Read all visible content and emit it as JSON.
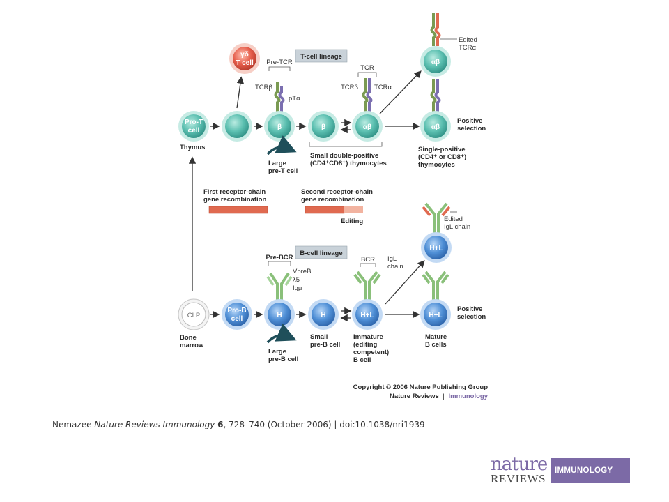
{
  "diagram": {
    "t_lineage_title": "T-cell lineage",
    "b_lineage_title": "B-cell lineage",
    "gd_cell": [
      "γδ",
      "T cell"
    ],
    "pro_t_cell": [
      "Pro-T",
      "cell"
    ],
    "thymus": "Thymus",
    "pre_tcr": "Pre-TCR",
    "tcrb_1": "TCRβ",
    "pta": "pTα",
    "beta_1": "β",
    "beta_2": "β",
    "large_pre_t": [
      "Large",
      "pre-T cell"
    ],
    "tcr": "TCR",
    "tcrb_2": "TCRβ",
    "tcra": "TCRα",
    "ab_1": "αβ",
    "ab_2": "αβ",
    "ab_3": "αβ",
    "small_dp": [
      "Small double-positive",
      "(CD4⁺CD8⁺) thymocytes"
    ],
    "edited_tcra": [
      "Edited",
      "TCRα"
    ],
    "positive_sel_t": [
      "Positive",
      "selection"
    ],
    "single_positive": [
      "Single-positive",
      "(CD4⁺ or CD8⁺)",
      "thymocytes"
    ],
    "first_recomb": [
      "First receptor-chain",
      "gene recombination"
    ],
    "second_recomb": [
      "Second receptor-chain",
      "gene recombination"
    ],
    "editing": "Editing",
    "edited_igl": [
      "Edited",
      "IgL chain"
    ],
    "hl_edited": "H+L",
    "pre_bcr": "Pre-BCR",
    "vpreb": "VpreB",
    "l5": "λ5",
    "igmu": "Igμ",
    "bcr": "BCR",
    "igl_chain": [
      "IgL",
      "chain"
    ],
    "clp": "CLP",
    "bone_marrow": [
      "Bone",
      "marrow"
    ],
    "pro_b_cell": [
      "Pro-B",
      "cell"
    ],
    "h_1": "H",
    "h_2": "H",
    "hl_imm": "H+L",
    "hl_mature": "H+L",
    "large_pre_b": [
      "Large",
      "pre-B cell"
    ],
    "small_pre_b": [
      "Small",
      "pre-B cell"
    ],
    "immature": [
      "Immature",
      "(editing",
      "competent)",
      "B cell"
    ],
    "mature": [
      "Mature",
      "B cells"
    ],
    "positive_sel_b": [
      "Positive",
      "selection"
    ],
    "copyright": "Copyright © 2006 Nature Publishing Group",
    "nr_brand": "Nature Reviews",
    "nr_sep": "|",
    "nr_imm": "Immunology"
  },
  "caption": {
    "author": "Nemazee ",
    "journal": "Nature Reviews Immunology",
    "volume": "6",
    "pages": ", 728–740 (October 2006) | doi:10.1038/nri1939"
  },
  "logo": {
    "nature": "nature",
    "reviews": "REVIEWS",
    "immunology": "IMMUNOLOGY"
  },
  "colors": {
    "t_cell": "#5bbfb0",
    "b_cell": "#4f8fd6",
    "gd_cell": "#e55d4a",
    "tcr_green": "#7a9a52",
    "tcr_purple": "#7b6fb0",
    "bcr_green": "#8ac07a",
    "bar_red": "#e06a50",
    "bar_pink": "#f2b3a0",
    "title_box": "#c9d2d9",
    "logo_purple": "#7c6aa6"
  }
}
